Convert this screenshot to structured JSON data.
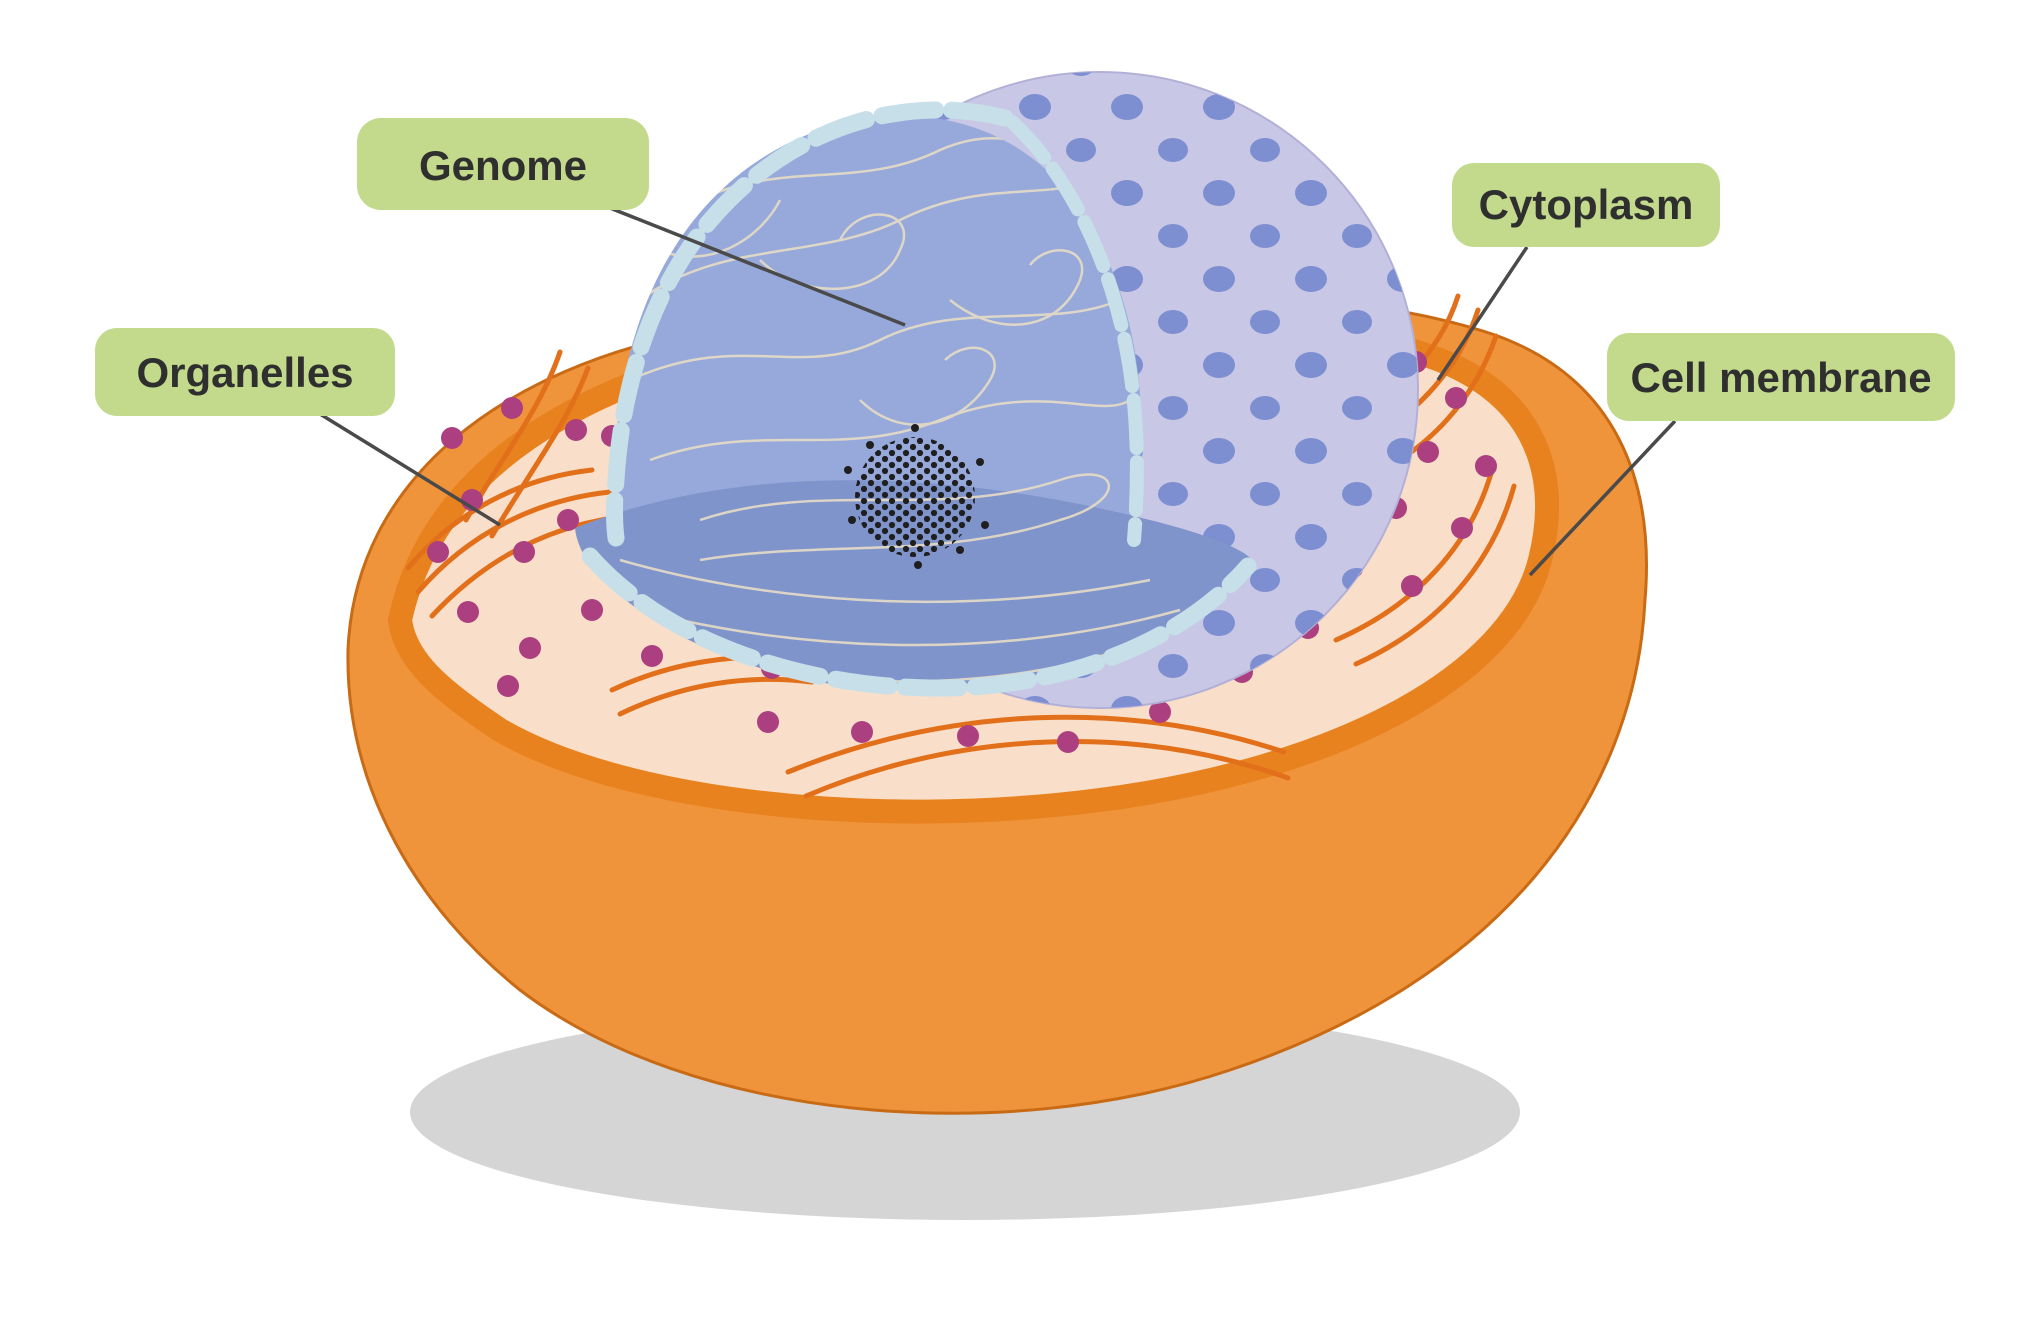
{
  "labels": {
    "genome": "Genome",
    "cytoplasm": "Cytoplasm",
    "organelles": "Organelles",
    "cell_membrane": "Cell membrane"
  },
  "colors": {
    "label_background": "#c3d98b",
    "label_text": "#2f2f2f",
    "leader_line": "#4a4a4a",
    "cell_body_orange": "#f0943c",
    "membrane_rim_orange": "#e8821e",
    "cytoplasm_fill": "#f9dfc9",
    "organelle_line_orange": "#e2701b",
    "organelle_dot_magenta": "#ac3f7f",
    "nucleus_surface_lavender": "#c9c7e6",
    "nuclear_pore_blue": "#7d8fd1",
    "nucleus_interior_blue": "#96a9da",
    "nucleus_front_blue": "#8094cc",
    "nuclear_envelope_lightblue": "#c6dfe8",
    "chromatin_thread": "#e6dcc6",
    "nucleolus_black": "#1f1f1f",
    "shadow_gray": "#d5d5d5"
  }
}
